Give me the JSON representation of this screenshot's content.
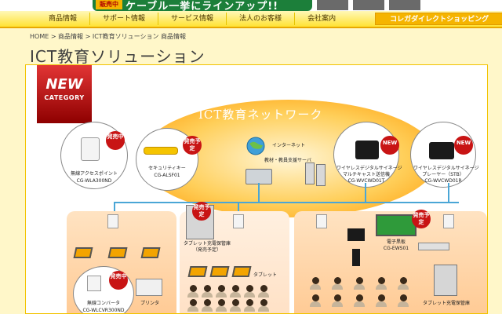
{
  "banner": {
    "badge": "販売中",
    "headline": "ケーブル一挙にラインアップ!!"
  },
  "nav": {
    "items": [
      "商品情報",
      "サポート情報",
      "サービス情報",
      "法人のお客様",
      "会社案内"
    ],
    "direct": "コレガダイレクトショッピング"
  },
  "breadcrumb": "HOME > 商品情報 > ICT教育ソリューション 商品情報",
  "page_title": "ICT教育ソリューション",
  "new_category": {
    "line1": "NEW",
    "line2": "CATEGORY"
  },
  "diagram": {
    "title": "ICT教育ネットワーク",
    "internet": "インターネット",
    "server": "教材・教員支援サーバ",
    "products": {
      "ap": {
        "badge": "発売中",
        "desc": "無線アクセスポイント",
        "model": "CG-WLA300ND"
      },
      "key": {
        "badge": "発売予定",
        "desc": "セキュリティキー",
        "model": "CG-ALSF01"
      },
      "signage_t": {
        "badge": "NEW",
        "desc1": "ワイヤレスデジタルサイネージ",
        "desc2": "マルチキャスト送信機",
        "model": "CG-WVCWD01T"
      },
      "signage_r": {
        "badge": "NEW",
        "desc1": "ワイヤレスデジタルサイネージ",
        "desc2": "プレーヤー（STB）",
        "model": "CG-WVCWD01R"
      },
      "charger": {
        "badge": "発売予定",
        "desc": "タブレット充電保管庫",
        "sub": "（発売予定）"
      },
      "board": {
        "badge": "発売予定",
        "desc": "電子黒板",
        "model": "CG-EWS01"
      },
      "converter": {
        "badge": "発売中",
        "desc": "無線コンバータ",
        "model": "CG-WLCVR300ND"
      }
    },
    "labels": {
      "tablet": "タブレット",
      "printer": "プリンタ",
      "charger2": "タブレット充電保管庫"
    }
  }
}
